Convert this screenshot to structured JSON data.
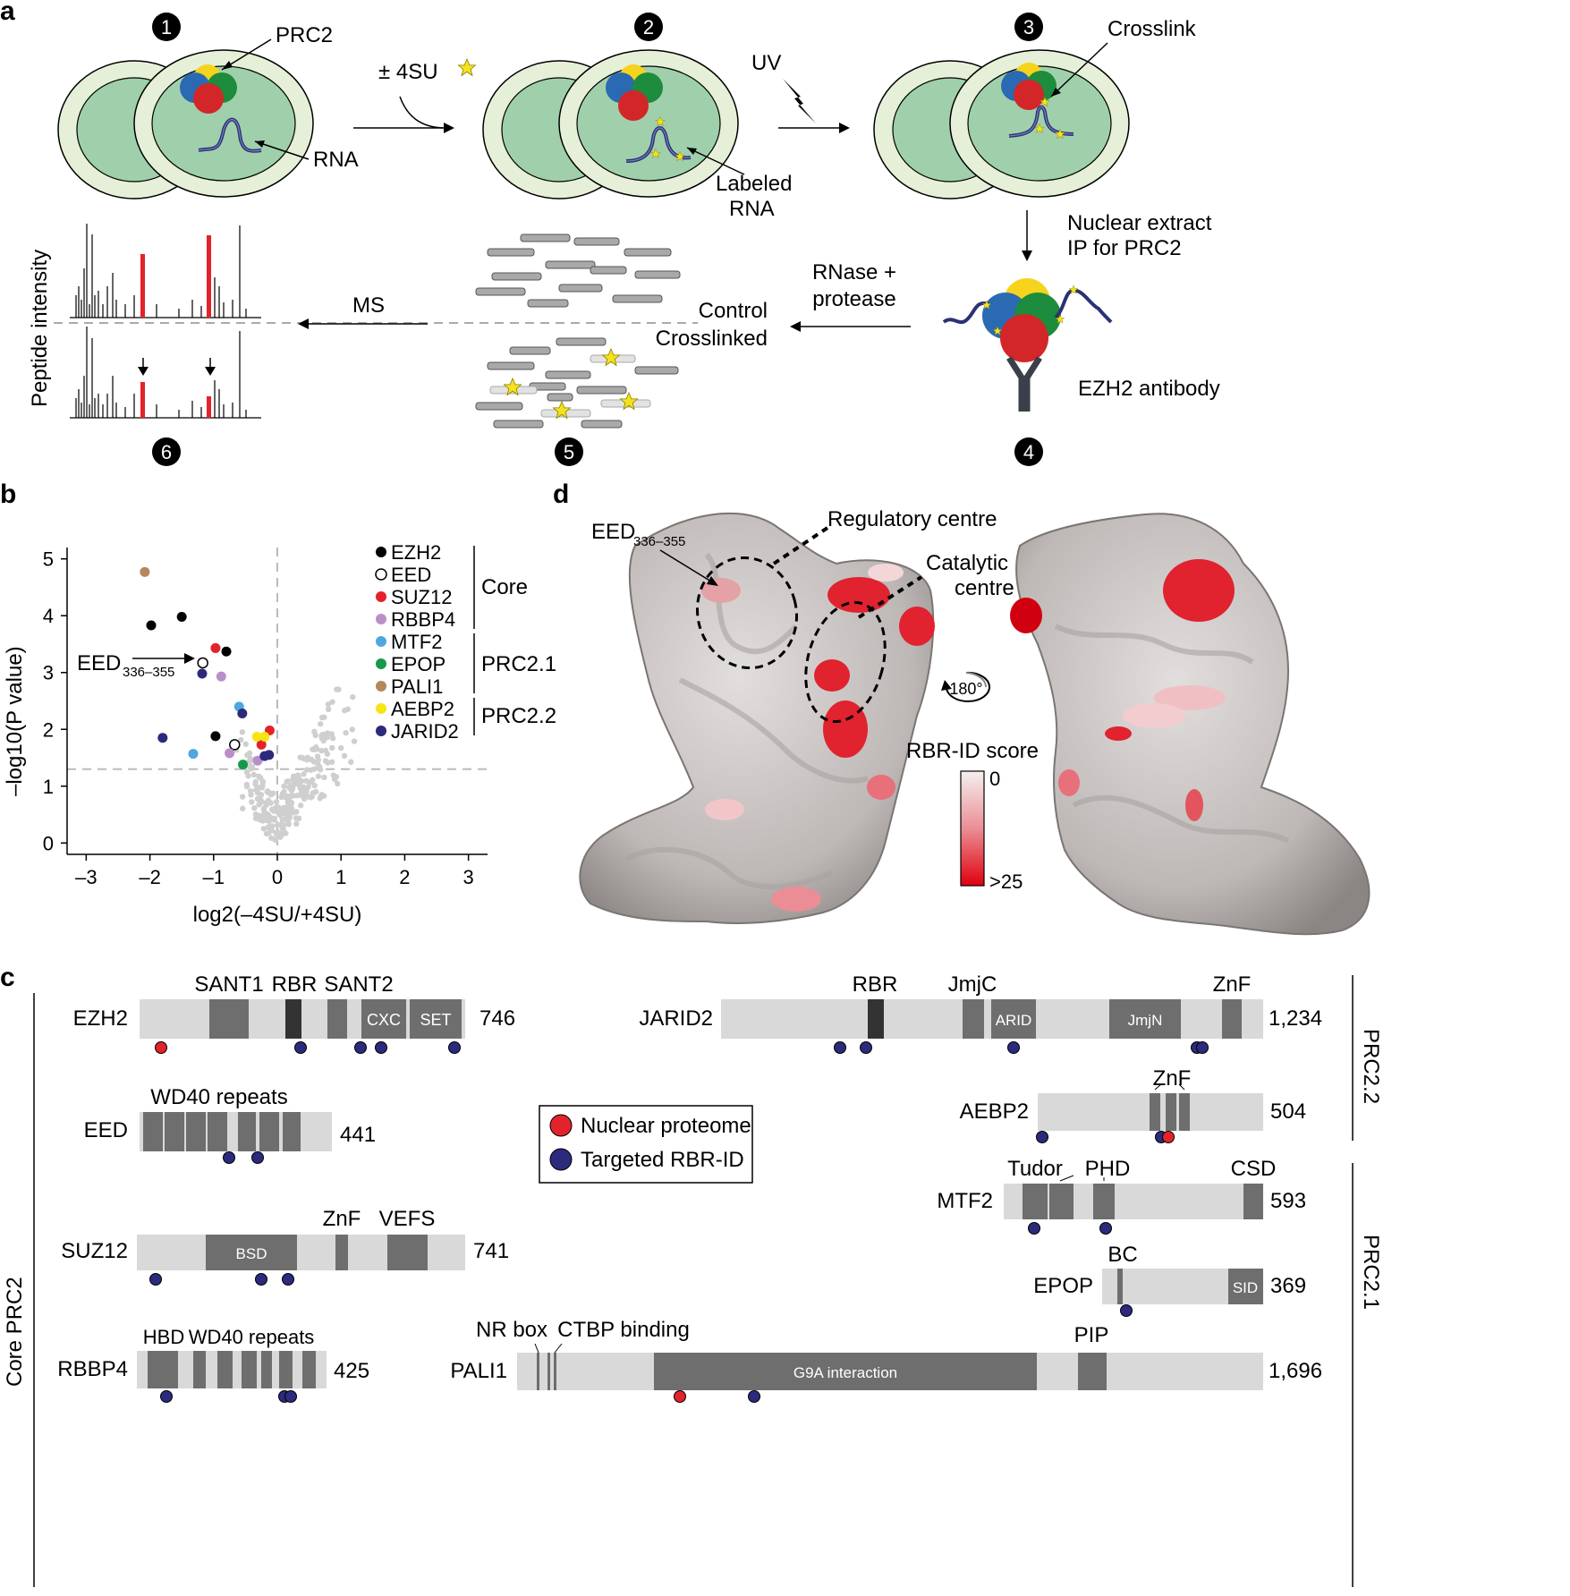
{
  "panel_letters": {
    "a": "a",
    "b": "b",
    "c": "c",
    "d": "d"
  },
  "panel_a": {
    "steps": [
      "1",
      "2",
      "3",
      "4",
      "5",
      "6"
    ],
    "labels": {
      "prc2": "PRC2",
      "rna": "RNA",
      "plus_minus_4su": "± 4SU",
      "labeled_rna_1": "Labeled",
      "labeled_rna_2": "RNA",
      "uv": "UV",
      "crosslink": "Crosslink",
      "nuclear_extract_1": "Nuclear extract",
      "nuclear_extract_2": "IP for PRC2",
      "rnase_1": "RNase +",
      "rnase_2": "protease",
      "ezh2_antibody": "EZH2 antibody",
      "control": "Control",
      "crosslinked": "Crosslinked",
      "ms": "MS",
      "peptide_intensity": "Peptide intensity"
    },
    "colors": {
      "nucleus_outer": "#e6f0d8",
      "nucleus_inner": "#9fd0ab",
      "blue": "#2a6ab3",
      "yellow": "#f6d31c",
      "green": "#1d8c3c",
      "red": "#d32629",
      "rna": "#2c3173",
      "star": "#f4e21c"
    }
  },
  "panel_b": {
    "legend": {
      "items": [
        {
          "name": "EZH2",
          "color": "#000000",
          "open": false
        },
        {
          "name": "EED",
          "color": "#000000",
          "open": true
        },
        {
          "name": "SUZ12",
          "color": "#e3232b",
          "open": false
        },
        {
          "name": "RBBP4",
          "color": "#b98fc9",
          "open": false
        },
        {
          "name": "MTF2",
          "color": "#4fa7de",
          "open": false
        },
        {
          "name": "EPOP",
          "color": "#16994a",
          "open": false
        },
        {
          "name": "PALI1",
          "color": "#b5875a",
          "open": false
        },
        {
          "name": "AEBP2",
          "color": "#f7e414",
          "open": false
        },
        {
          "name": "JARID2",
          "color": "#2b2a7c",
          "open": false
        }
      ],
      "groups": [
        "Core",
        "PRC2.1",
        "PRC2.2"
      ]
    },
    "annotation": {
      "main": "EED",
      "sub": "336–355"
    }
  },
  "chart_data": {
    "type": "scatter",
    "xlabel": "log2(–4SU/+4SU)",
    "ylabel": "–log10(P value)",
    "xlim": [
      -3.3,
      3.3
    ],
    "ylim": [
      -0.2,
      5.2
    ],
    "xticks": [
      "–3",
      "–2",
      "–1",
      "0",
      "1",
      "2",
      "3"
    ],
    "yticks": [
      "0",
      "1",
      "2",
      "3",
      "4",
      "5"
    ],
    "threshold_y": 1.3,
    "threshold_x": 0,
    "series": [
      {
        "name": "EZH2",
        "points": [
          [
            -1.98,
            3.83
          ],
          [
            -1.5,
            3.98
          ],
          [
            -0.8,
            3.37
          ],
          [
            -0.97,
            1.88
          ]
        ]
      },
      {
        "name": "EED",
        "points": [
          [
            -1.17,
            3.17
          ],
          [
            -0.67,
            1.73
          ]
        ]
      },
      {
        "name": "SUZ12",
        "points": [
          [
            -0.97,
            3.43
          ],
          [
            -0.25,
            1.73
          ],
          [
            -0.12,
            1.98
          ]
        ]
      },
      {
        "name": "RBBP4",
        "points": [
          [
            -0.88,
            2.93
          ],
          [
            -0.75,
            1.58
          ],
          [
            -0.31,
            1.45
          ]
        ]
      },
      {
        "name": "MTF2",
        "points": [
          [
            -0.6,
            2.4
          ],
          [
            -1.32,
            1.57
          ]
        ]
      },
      {
        "name": "EPOP",
        "points": [
          [
            -0.54,
            1.38
          ]
        ]
      },
      {
        "name": "PALI1",
        "points": [
          [
            -2.08,
            4.77
          ]
        ]
      },
      {
        "name": "AEBP2",
        "points": [
          [
            -0.32,
            1.87
          ],
          [
            -0.2,
            1.87
          ]
        ]
      },
      {
        "name": "JARID2",
        "points": [
          [
            -1.8,
            1.85
          ],
          [
            -1.18,
            2.98
          ],
          [
            -0.55,
            2.28
          ],
          [
            -0.2,
            1.53
          ],
          [
            -0.13,
            1.55
          ]
        ]
      }
    ]
  },
  "panel_c": {
    "side_labels": {
      "core": "Core PRC2",
      "prc22": "PRC2.2",
      "prc21": "PRC2.1"
    },
    "legend": {
      "nuclear": "Nuclear proteome",
      "targeted": "Targeted RBR-ID"
    },
    "proteins": {
      "ezh2": {
        "name": "EZH2",
        "length": "746",
        "labels": [
          "SANT1",
          "RBR",
          "SANT2"
        ],
        "domains": [
          "CXC",
          "SET"
        ]
      },
      "eed": {
        "name": "EED",
        "length": "441",
        "labels": [
          "WD40 repeats"
        ]
      },
      "suz12": {
        "name": "SUZ12",
        "length": "741",
        "labels": [
          "ZnF",
          "VEFS"
        ],
        "domains": [
          "BSD"
        ]
      },
      "rbbp4": {
        "name": "RBBP4",
        "length": "425",
        "labels": [
          "HBD",
          "WD40 repeats"
        ]
      },
      "jarid2": {
        "name": "JARID2",
        "length": "1,234",
        "labels": [
          "RBR",
          "JmjC",
          "ZnF"
        ],
        "domains": [
          "ARID",
          "JmjN"
        ]
      },
      "aebp2": {
        "name": "AEBP2",
        "length": "504",
        "labels": [
          "ZnF"
        ]
      },
      "mtf2": {
        "name": "MTF2",
        "length": "593",
        "labels": [
          "Tudor",
          "PHD",
          "CSD"
        ]
      },
      "epop": {
        "name": "EPOP",
        "length": "369",
        "labels": [
          "BC"
        ],
        "domains": [
          "SID"
        ]
      },
      "pali1": {
        "name": "PALI1",
        "length": "1,696",
        "labels": [
          "NR box",
          "CTBP binding",
          "PIP"
        ],
        "domains": [
          "G9A interaction"
        ]
      }
    },
    "colors": {
      "track": "#d9d9d9",
      "domain": "#6e6e6e",
      "dark": "#333333",
      "red_dot": "#e3232b",
      "blue_dot": "#2b2a7c"
    }
  },
  "panel_d": {
    "labels": {
      "eed_main": "EED",
      "eed_sub": "336–355",
      "regulatory": "Regulatory centre",
      "catalytic_1": "Catalytic",
      "catalytic_2": "centre",
      "rotation": "180°",
      "score_title": "RBR-ID score",
      "score_min": "0",
      "score_max": ">25"
    }
  }
}
